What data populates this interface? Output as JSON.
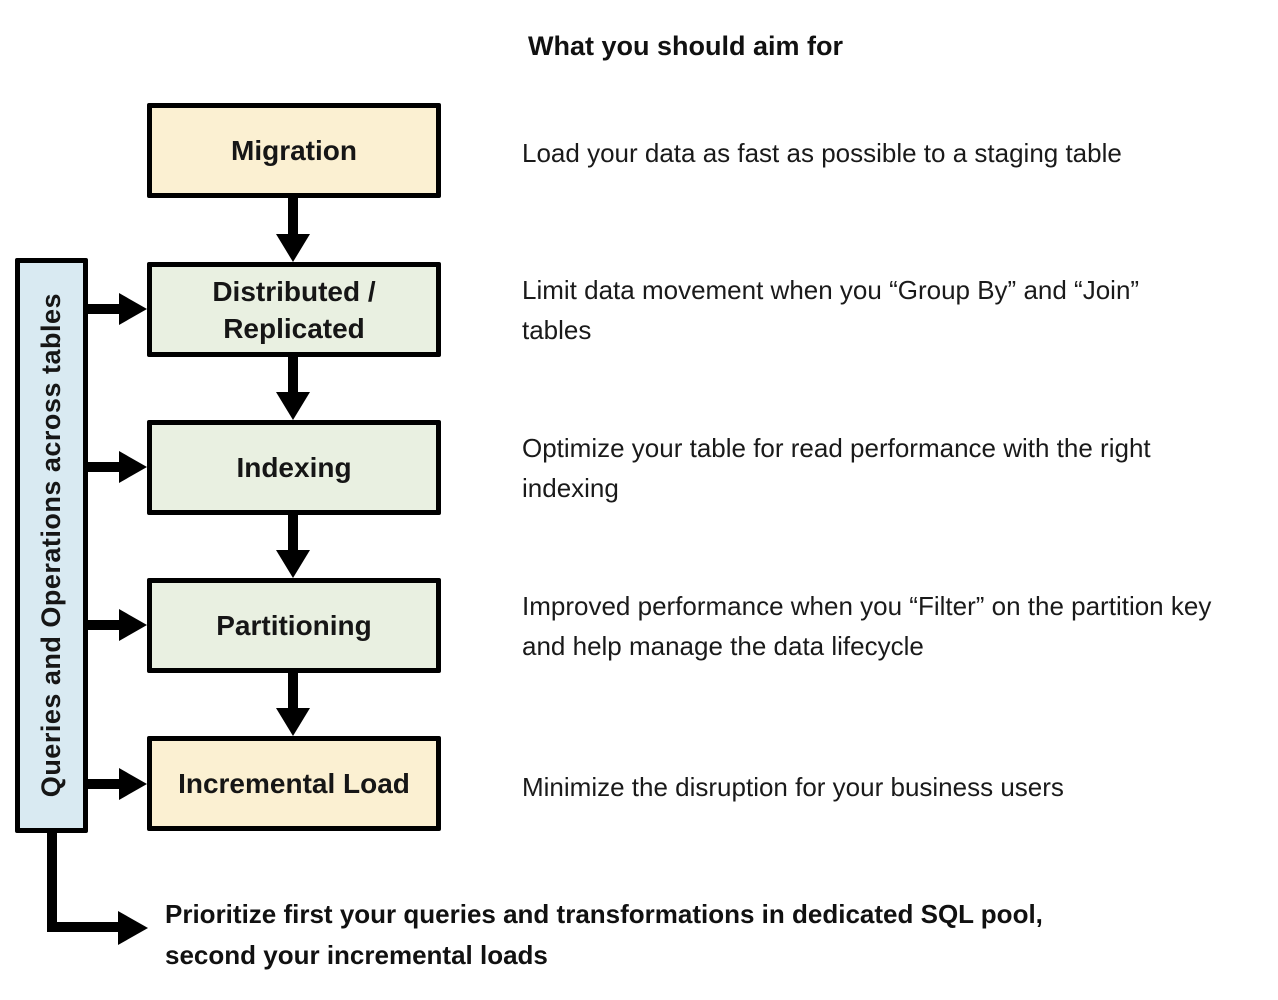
{
  "title": "What you should aim for",
  "sidebar": {
    "label": "Queries and Operations across tables"
  },
  "flow": {
    "boxes": [
      {
        "label": "Migration",
        "style": "cream",
        "description": "Load your data as fast as possible to a staging table"
      },
      {
        "label": "Distributed / Replicated",
        "style": "green",
        "description": "Limit data movement when you “Group By” and “Join” tables"
      },
      {
        "label": "Indexing",
        "style": "green",
        "description": "Optimize your table for read performance with the right indexing"
      },
      {
        "label": "Partitioning",
        "style": "green",
        "description": "Improved performance when you “Filter” on the partition key and help manage the data lifecycle"
      },
      {
        "label": "Incremental Load",
        "style": "cream",
        "description": "Minimize the disruption for your business users"
      }
    ]
  },
  "footer": {
    "line1": "Prioritize first your queries and transformations in dedicated SQL pool,",
    "line2": "second your incremental loads"
  },
  "colors": {
    "cream": "#FBF0D2",
    "green": "#E9F0E1",
    "blue": "#D9EAF2",
    "line": "#000000"
  }
}
